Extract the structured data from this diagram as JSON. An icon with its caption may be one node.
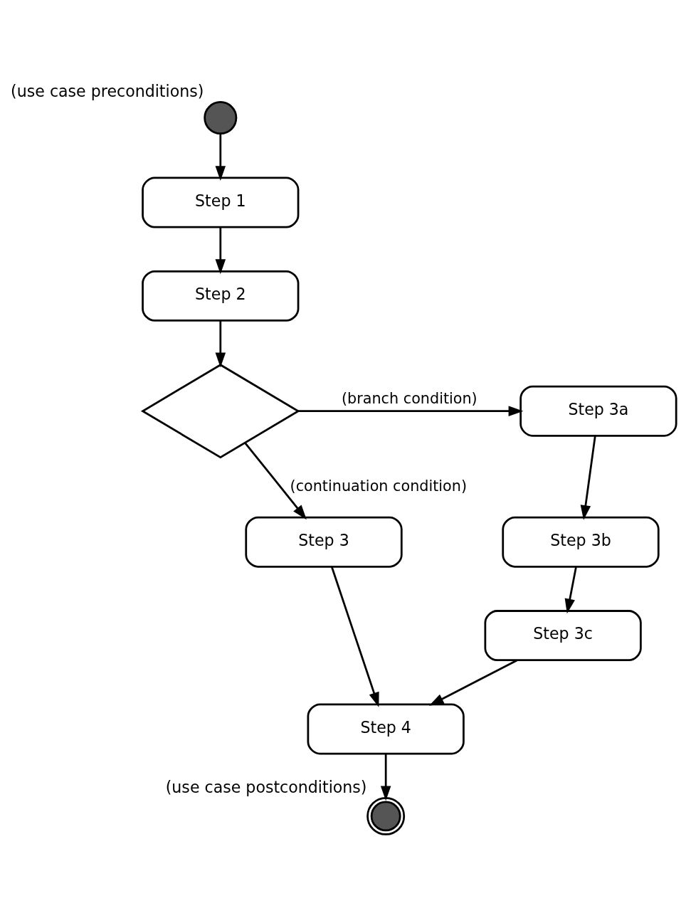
{
  "diagram": {
    "nodes": [
      {
        "text": [],
        "shape": "circle",
        "beside": [
          "(use case preconditions)"
        ]
      },
      {
        "text": [
          "Step 1"
        ]
      },
      {
        "text": [
          "Step 2"
        ]
      },
      {
        "text": [],
        "shape": "diamond"
      },
      {
        "text": [
          "Step 3a"
        ]
      },
      {
        "text": [
          "Step 3"
        ]
      },
      {
        "text": [
          "Step 3b"
        ]
      },
      {
        "text": [
          "Step 3c"
        ]
      },
      {
        "text": [
          "Step 4"
        ]
      },
      {
        "text": [],
        "shape": "circle",
        "beside": [
          "(use case postconditions)"
        ]
      }
    ],
    "edges": [
      {
        "from": 0,
        "to": 1,
        "arrow": "to"
      },
      {
        "from": 1,
        "to": 2,
        "arrow": "to"
      },
      {
        "from": 2,
        "to": 3,
        "arrow": "to"
      },
      {
        "from": 3,
        "to": 4,
        "arrow": "to",
        "label": "(branch condition)"
      },
      {
        "from": 3,
        "to": 5,
        "arrow": "to",
        "label": "(continuation condition)"
      },
      {
        "from": 4,
        "to": 6,
        "arrow": "to"
      },
      {
        "from": 6,
        "to": 7,
        "arrow": "to"
      },
      {
        "from": 5,
        "to": 8,
        "arrow": "to"
      },
      {
        "from": 7,
        "to": 8,
        "arrow": "to"
      },
      {
        "from": 8,
        "to": 9,
        "arrow": "to"
      }
    ]
  }
}
